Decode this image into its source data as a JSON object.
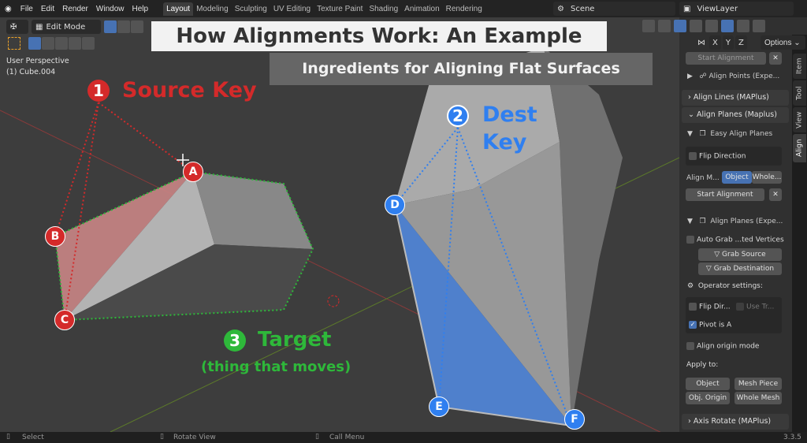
{
  "menu": [
    "File",
    "Edit",
    "Render",
    "Window",
    "Help"
  ],
  "workspaces": [
    "Layout",
    "Modeling",
    "Sculpting",
    "UV Editing",
    "Texture Paint",
    "Shading",
    "Animation",
    "Rendering"
  ],
  "active_workspace": "Layout",
  "scene": "Scene",
  "view_layer": "ViewLayer",
  "mode": "Edit Mode",
  "axes": [
    "X",
    "Y",
    "Z"
  ],
  "options_label": "Options",
  "viewport": {
    "perspective": "User Perspective",
    "object": "(1) Cube.004"
  },
  "annotations": {
    "title": "How Alignments Work: An Example",
    "subtitle": "Ingredients for Aligning Flat Surfaces",
    "source": {
      "num": "1",
      "label": "Source Key",
      "color": "#d42a2a"
    },
    "dest": {
      "num": "2",
      "line1": "Dest",
      "line2": "Key",
      "color": "#2f7ff0"
    },
    "target": {
      "num": "3",
      "label": "Target",
      "sub": "(thing that moves)",
      "color": "#2eb83a"
    },
    "points": [
      "A",
      "B",
      "C",
      "D",
      "E",
      "F"
    ]
  },
  "sidebar": {
    "start_alignment_top": "Start Alignment",
    "align_points": "Align Points (Expe...",
    "align_lines": "Align Lines (MAPlus)",
    "align_planes": "Align Planes (Maplus)",
    "easy_align_planes": "Easy Align Planes",
    "flip_direction": "Flip Direction",
    "align_mode_label": "Align M...",
    "align_mode_options": [
      "Object",
      "Whole..."
    ],
    "start_alignment": "Start Alignment",
    "align_planes_expert": "Align Planes (Expe...",
    "auto_grab": "Auto Grab ...ted Vertices",
    "grab_source": "Grab Source",
    "grab_destination": "Grab Destination",
    "operator_settings": "Operator settings:",
    "flip_dir": "Flip Dir...",
    "use_tr": "Use Tr...",
    "pivot_is_a": "Pivot is A",
    "pivot_checked": true,
    "align_origin_mode": "Align origin mode",
    "apply_to": "Apply to:",
    "apply_buttons": [
      "Object",
      "Obj. Origin",
      "Mesh Piece",
      "Whole Mesh"
    ],
    "axis_rotate": "Axis Rotate (MAPlus)",
    "tabs": [
      "Item",
      "Tool",
      "View",
      "Align"
    ],
    "active_tab": "Align"
  },
  "status": {
    "select": "Select",
    "rotate": "Rotate View",
    "call_menu": "Call Menu",
    "version": "3.3.5"
  }
}
